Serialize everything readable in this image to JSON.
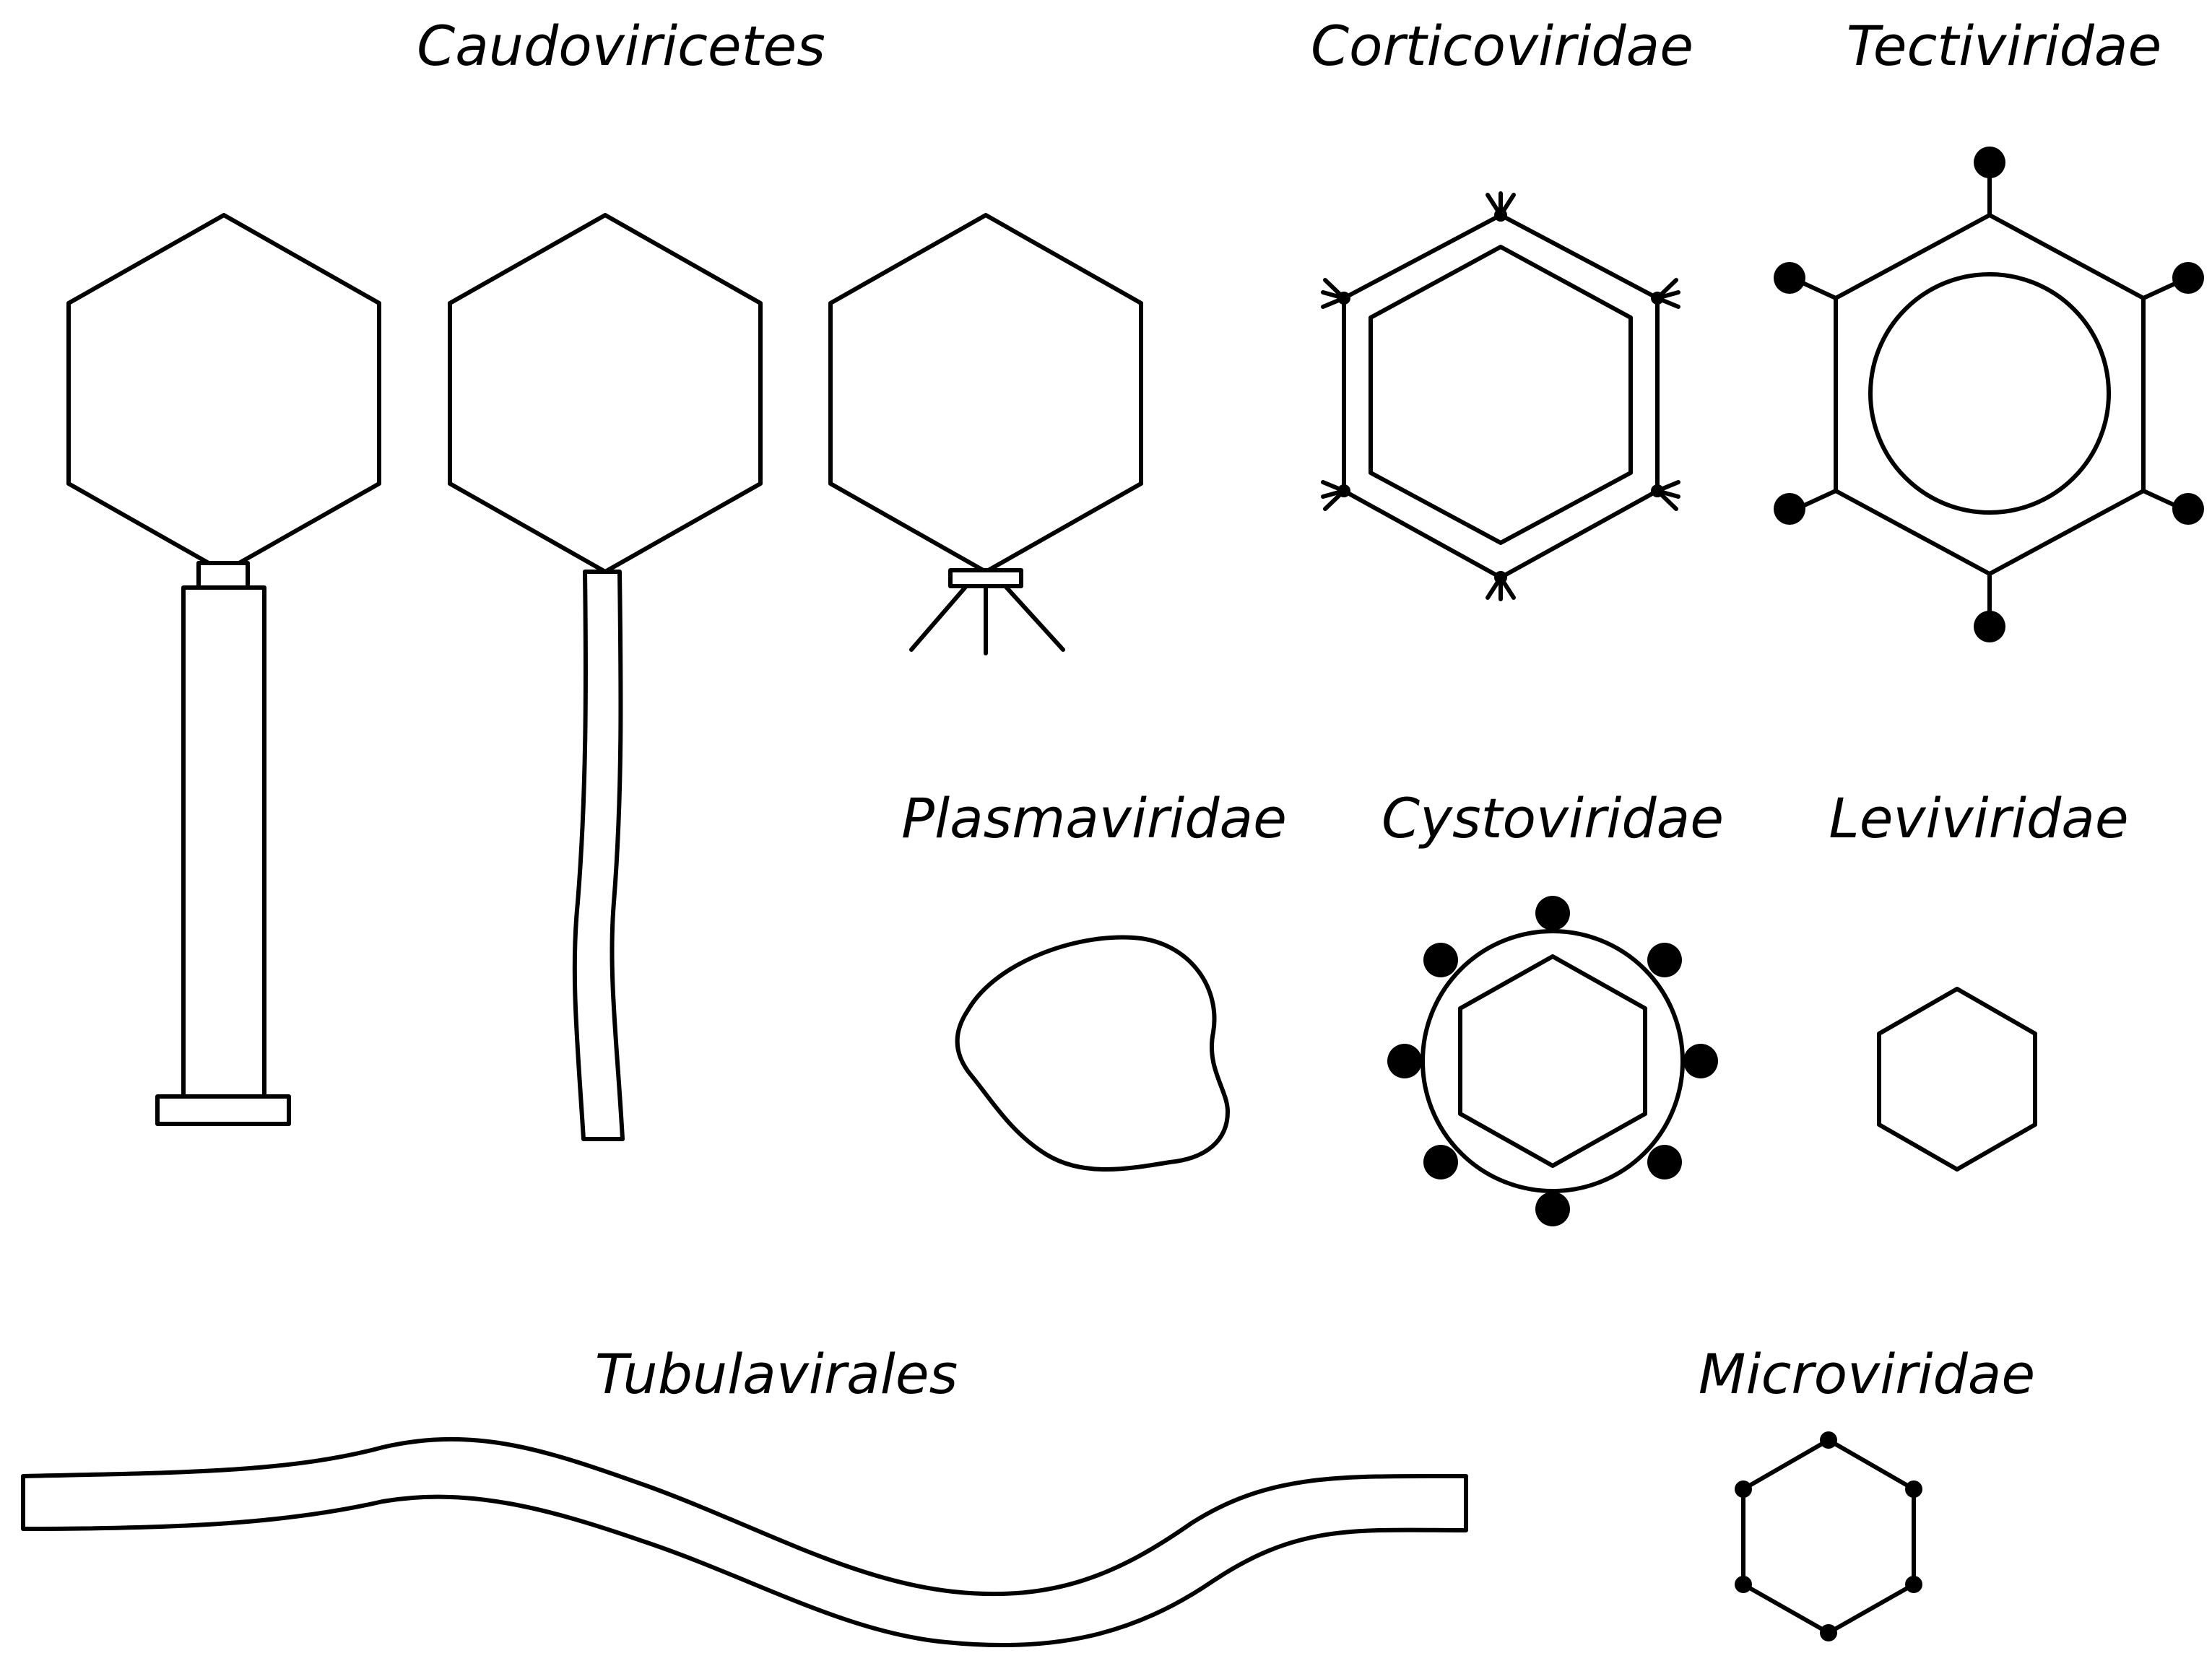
{
  "labels": {
    "caudoviricetes": "Caudoviricetes",
    "corticoviridae": "Corticoviridae",
    "tectiviridae": "Tectiviridae",
    "plasmaviridae": "Plasmaviridae",
    "cystoviridae": "Cystoviridae",
    "leviviridae": "Leviviridae",
    "tubulavirales": "Tubulavirales",
    "microviridae": "Microviridae"
  },
  "colors": {
    "line": "#000000",
    "background": "#ffffff"
  }
}
